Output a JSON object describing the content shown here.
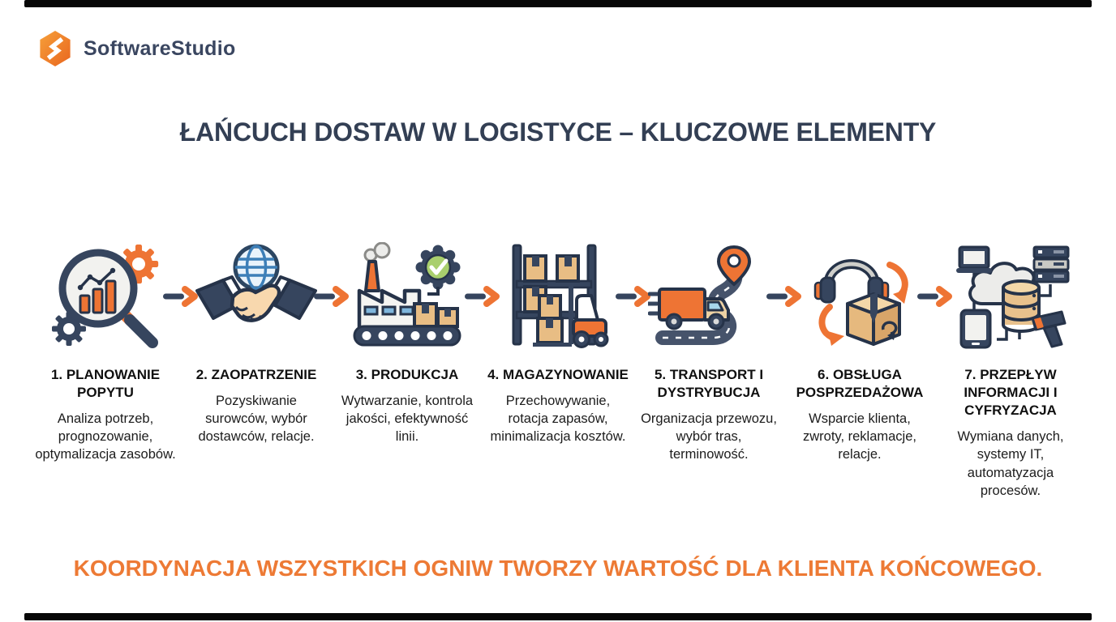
{
  "brand": {
    "name": "SoftwareStudio"
  },
  "title": "ŁAŃCUCH DOSTAW W LOGISTYCE – KLUCZOWE ELEMENTY",
  "steps": [
    {
      "icon": "demand-planning-magnifier-gears-icon",
      "title": "1. PLANOWANIE POPYTU",
      "desc": "Analiza potrzeb, prognozowanie, optymalizacja zasobów."
    },
    {
      "icon": "globe-handshake-icon",
      "title": "2. ZAOPATRZENIE",
      "desc": "Pozyskiwanie surowców, wybór dostawców, relacje."
    },
    {
      "icon": "factory-conveyor-check-icon",
      "title": "3. PRODUKCJA",
      "desc": "Wytwarzanie, kontrola jakości, efektywność linii."
    },
    {
      "icon": "warehouse-rack-forklift-icon",
      "title": "4. MAGAZYNOWANIE",
      "desc": "Przechowywanie, rotacja zapasów, minimalizacja kosztów."
    },
    {
      "icon": "delivery-truck-route-pin-icon",
      "title": "5. TRANSPORT I DYSTRYBUCJA",
      "desc": "Organizacja przewozu, wybór tras, terminowość."
    },
    {
      "icon": "headset-return-box-icon",
      "title": "6. OBSŁUGA POSPRZEDAŻOWA",
      "desc": "Wsparcie klienta, zwroty, reklamacje, relacje."
    },
    {
      "icon": "cloud-database-devices-icon",
      "title": "7. PRZEPŁYW INFORMACJI I CYFRYZACJA",
      "desc": "Wymiana danych, systemy IT, automatyzacja procesów."
    }
  ],
  "footer": {
    "tagline": "KOORDYNACJA WSZYSTKICH OGNIW TWORZY WARTOŚĆ DLA KLIENTA KOŃCOWEGO."
  },
  "colors": {
    "accent_orange": "#ee7434",
    "navy": "#36455e",
    "outline_dark": "#263349",
    "title_navy": "#333f54",
    "text_black": "#101010",
    "tagline_orange": "#ed7a35",
    "box_tan": "#e8bd84",
    "globe_blue": "#3d7fb8",
    "check_green": "#a9cf6d"
  }
}
